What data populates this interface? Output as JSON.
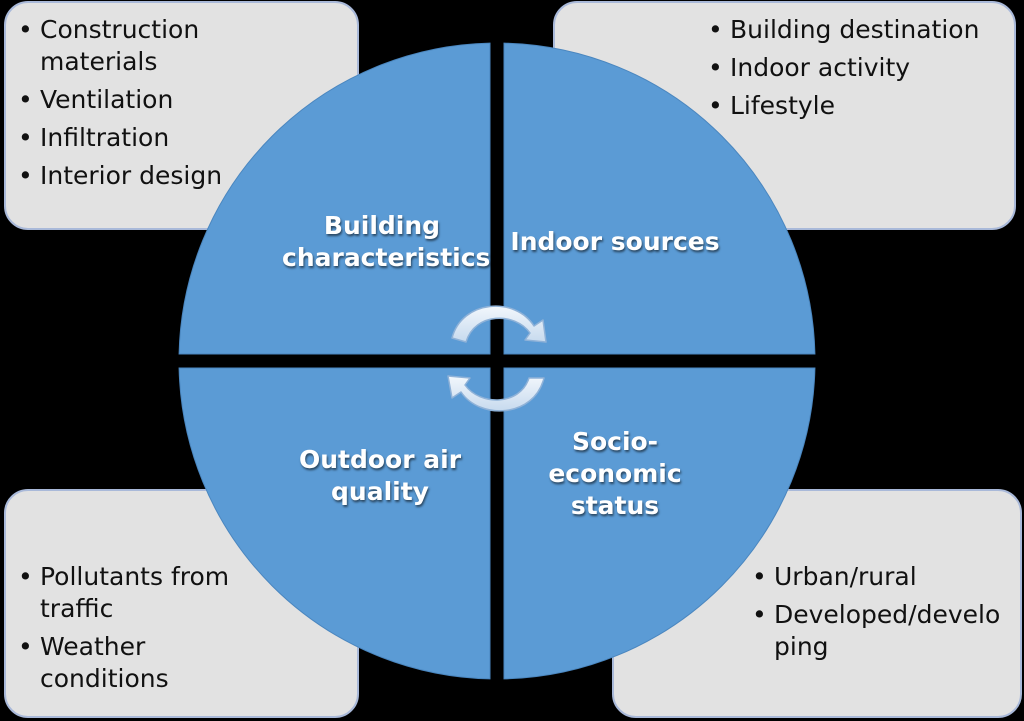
{
  "colors": {
    "background": "#000000",
    "quadrant_fill": "#5b9bd5",
    "callout_fill": "#e2e2e2",
    "callout_border": "#a9b9d9",
    "arrow_fill": "#dce8f4"
  },
  "quadrants": {
    "top_left": {
      "label_lines": [
        "Building",
        "characteristics"
      ]
    },
    "top_right": {
      "label_lines": [
        "Indoor sources"
      ]
    },
    "bottom_left": {
      "label_lines": [
        "Outdoor air",
        "quality"
      ]
    },
    "bottom_right": {
      "label_lines": [
        "Socio-",
        "economic",
        "status"
      ]
    }
  },
  "callouts": {
    "top_left": {
      "items": [
        "Construction materials",
        "Ventilation",
        "Infiltration",
        "Interior design"
      ]
    },
    "top_right": {
      "items": [
        "Building destination",
        "Indoor activity",
        "Lifestyle"
      ]
    },
    "bottom_left": {
      "items": [
        "Pollutants from traffic",
        "Weather conditions"
      ]
    },
    "bottom_right": {
      "items": [
        "Urban/rural",
        "Developed/develo ping"
      ]
    }
  },
  "icons": {
    "cycle": "circular-arrows-icon"
  }
}
